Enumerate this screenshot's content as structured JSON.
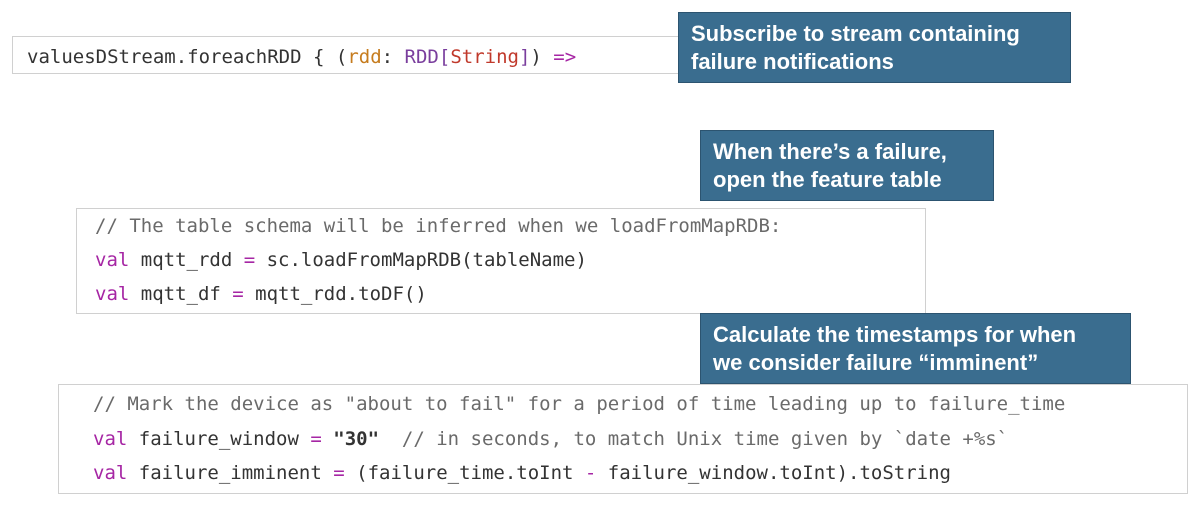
{
  "code_block_1": {
    "obj": "valuesDStream",
    "method": ".foreachRDD",
    "brace": " { (",
    "param": "rdd",
    "colon": ": ",
    "type": "RDD[",
    "type_arg": "String",
    "type_close": "]",
    "close": ") ",
    "arrow": "=>"
  },
  "callout_1": {
    "line1": "Subscribe to stream containing",
    "line2": "failure notifications"
  },
  "callout_2": {
    "line1": "When there’s a failure,",
    "line2": "open the feature table"
  },
  "code_block_2": {
    "comment": "// The table schema will be inferred when we loadFromMapRDB:",
    "line2_kw": "val",
    "line2_name": " mqtt_rdd ",
    "line2_eq": "=",
    "line2_rest": " sc.loadFromMapRDB(tableName)",
    "line3_kw": "val",
    "line3_name": " mqtt_df ",
    "line3_eq": "=",
    "line3_rest": " mqtt_rdd.toDF()"
  },
  "callout_3": {
    "line1": "Calculate the timestamps for when",
    "line2": "we consider failure “imminent”"
  },
  "code_block_3": {
    "comment": "// Mark the device as \"about to fail\" for a period of time leading up to failure_time",
    "line2_kw": "val",
    "line2_name": " failure_window ",
    "line2_eq": "=",
    "line2_str": " \"30\"",
    "line2_comment": "  // in seconds, to match Unix time given by `date +%s`",
    "line3_kw": "val",
    "line3_name": " failure_imminent ",
    "line3_eq": "=",
    "line3_mid": " (failure_time.toInt ",
    "line3_minus": "-",
    "line3_rest": " failure_window.toInt).toString"
  }
}
